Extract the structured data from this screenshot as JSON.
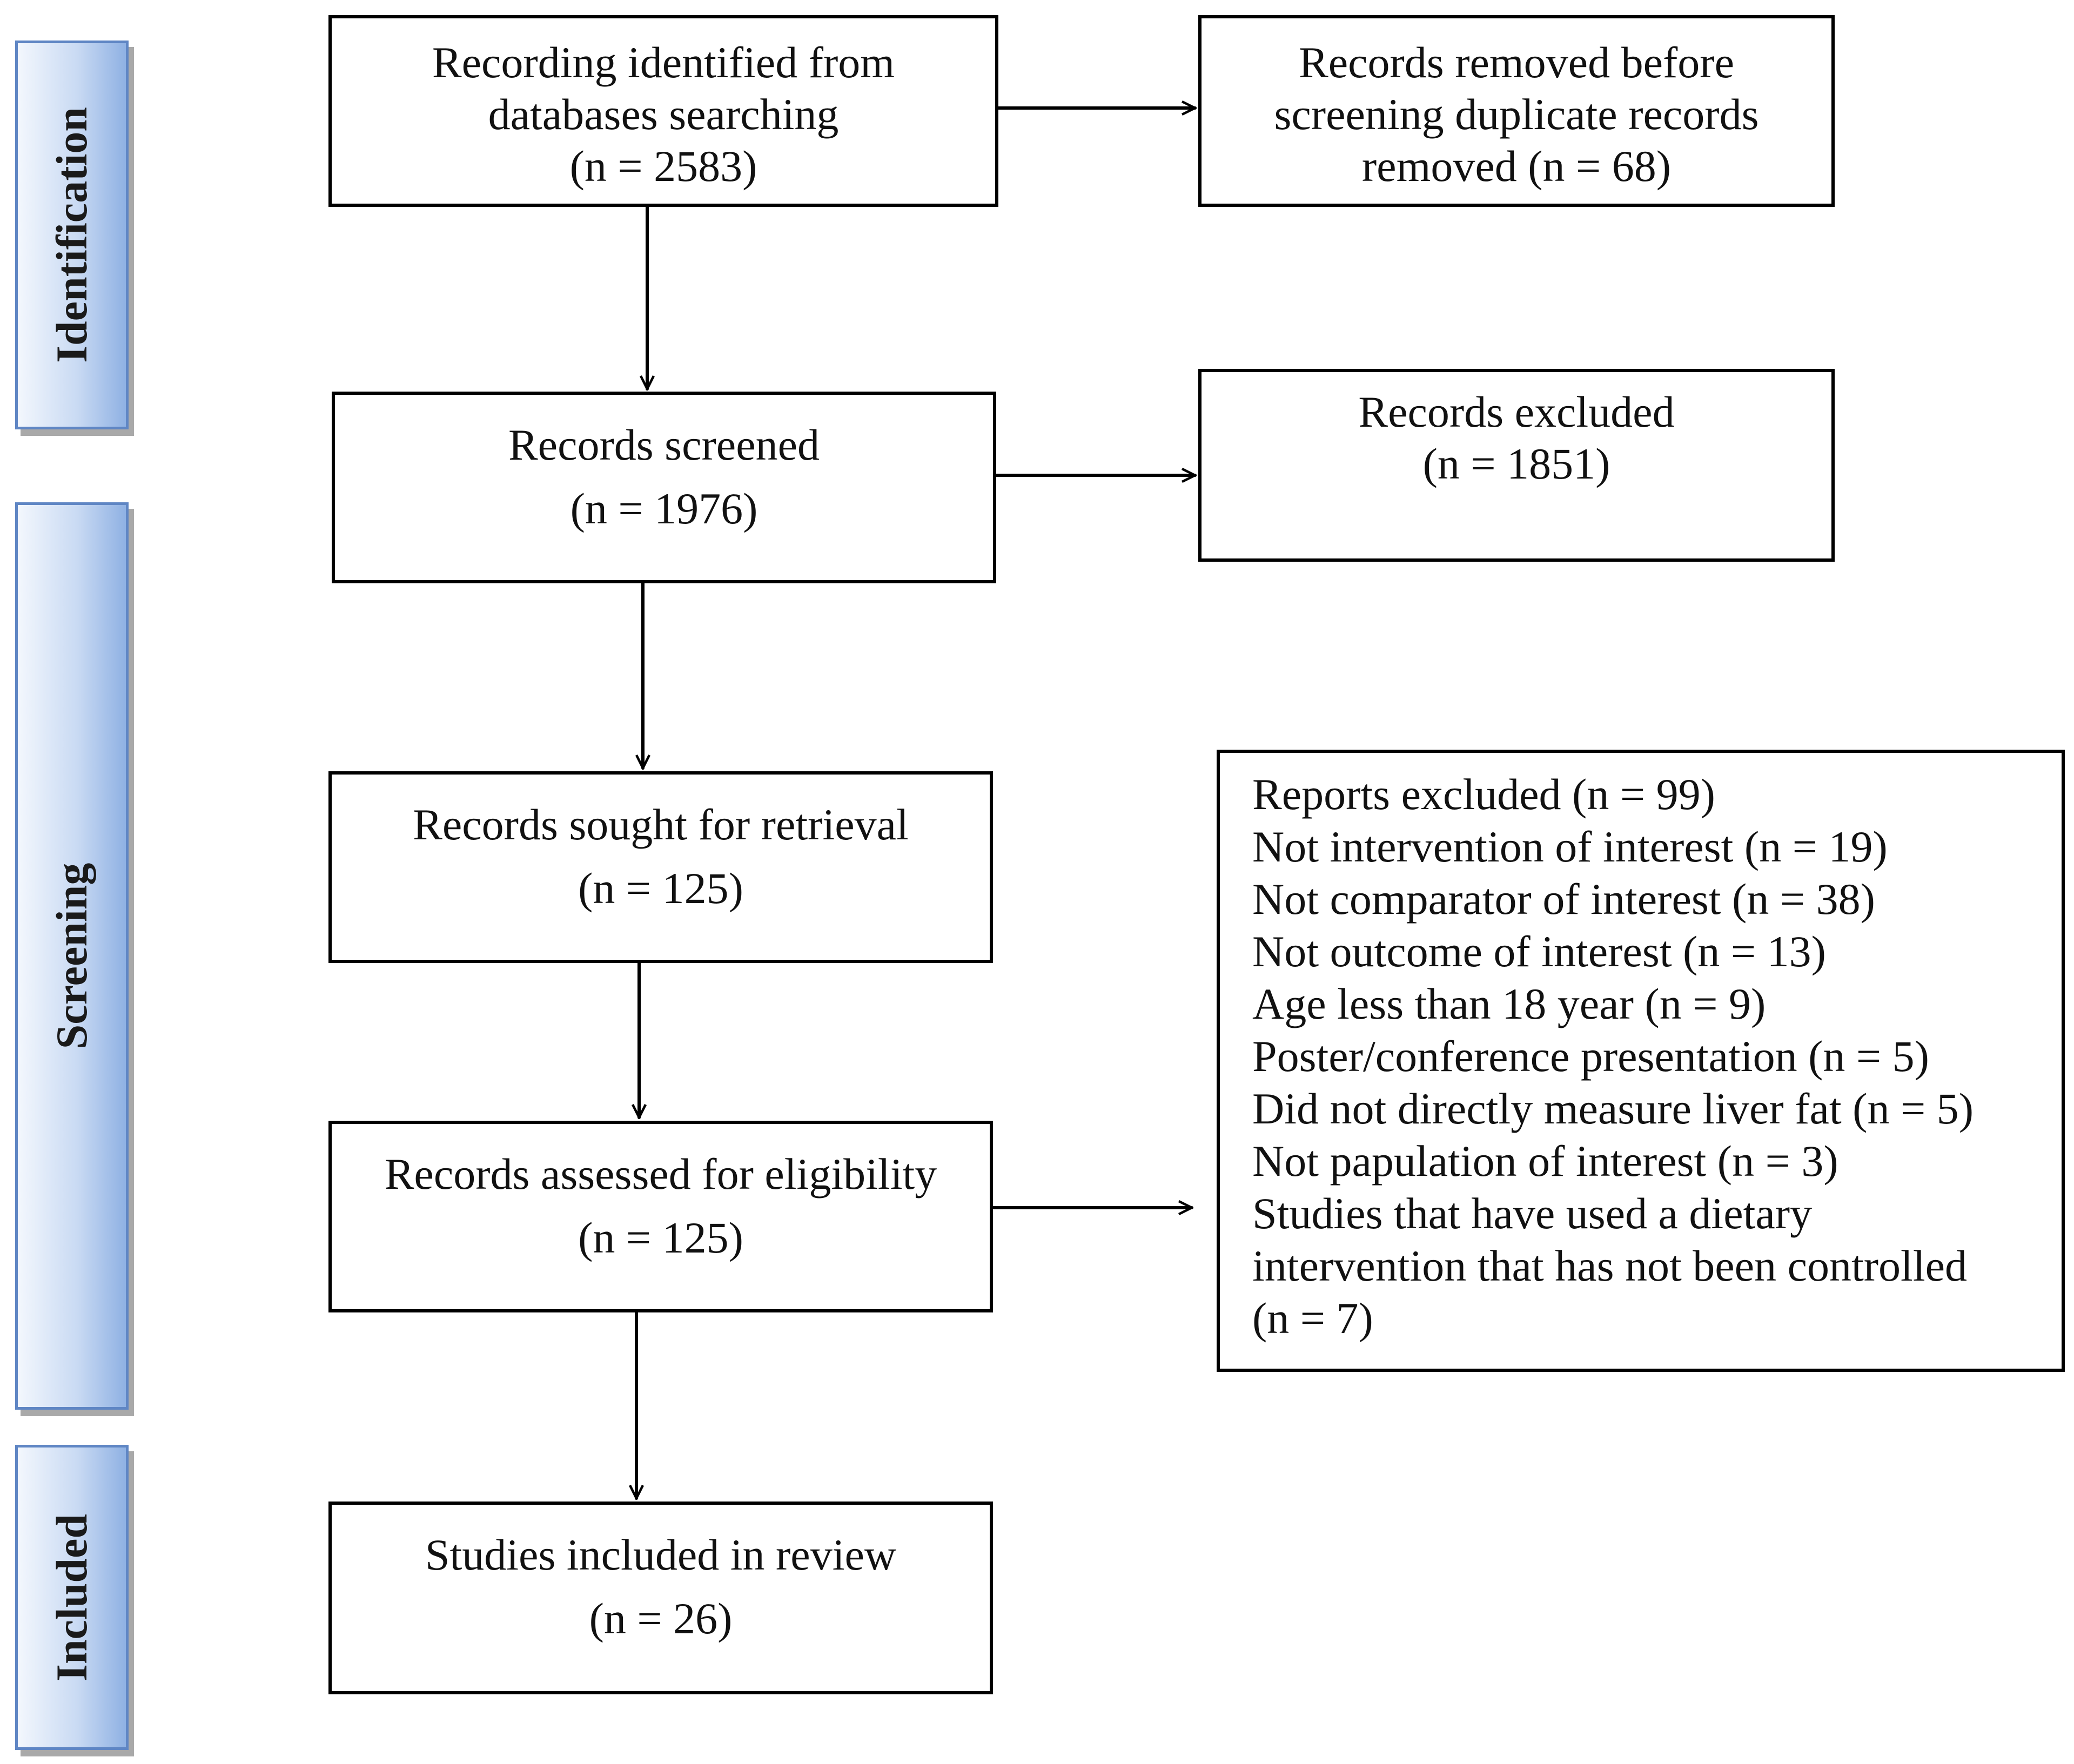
{
  "phases": {
    "identification": "Identification",
    "screening": "Screening",
    "included": "Included"
  },
  "boxes": {
    "identified": {
      "lines": [
        "Recording identified from",
        "databases searching",
        "(n = 2583)"
      ]
    },
    "removed": {
      "lines": [
        "Records removed before",
        "screening duplicate records",
        "removed (n = 68)"
      ]
    },
    "screened": {
      "lines": [
        "Records screened",
        "(n = 1976)"
      ]
    },
    "excluded": {
      "lines": [
        "Records excluded",
        "(n = 1851)"
      ]
    },
    "retrieval": {
      "lines": [
        "Records sought for retrieval",
        "(n = 125)"
      ]
    },
    "eligibility": {
      "lines": [
        "Records assessed for eligibility",
        "(n = 125)"
      ]
    },
    "reports_excluded": {
      "lines": [
        "Reports excluded (n = 99)",
        "Not intervention of interest (n = 19)",
        "Not comparator of interest (n = 38)",
        "Not outcome of interest (n = 13)",
        "Age less than 18 year (n = 9)",
        "Poster/conference presentation (n = 5)",
        "Did not directly measure liver fat (n = 5)",
        "Not papulation of interest (n = 3)",
        "Studies that have used a dietary",
        "intervention that has not been controlled",
        "(n = 7)"
      ]
    },
    "included": {
      "lines": [
        "Studies included in review",
        "(n = 26)"
      ]
    }
  }
}
